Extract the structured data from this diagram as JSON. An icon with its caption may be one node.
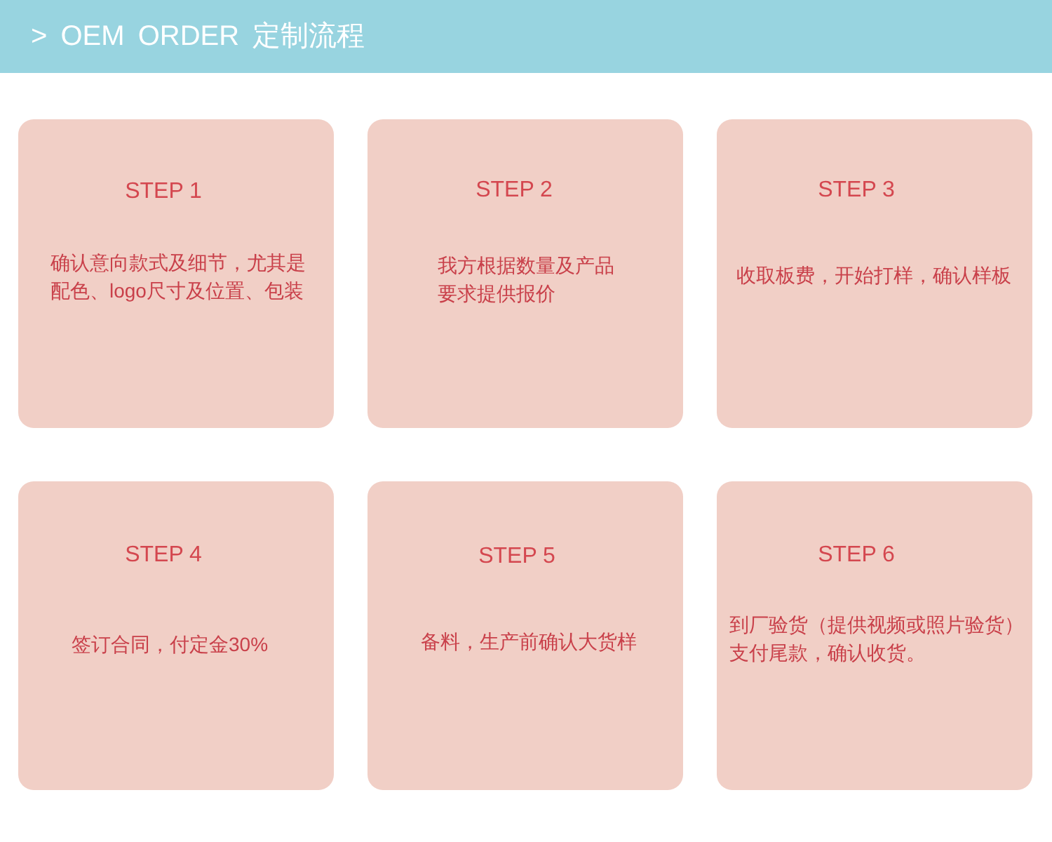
{
  "diagram": {
    "title": "> OEM ORDER 定制流程",
    "nodes": [
      {
        "text": [
          "STEP 1",
          "确认意向款式及细节，尤其是配色、logo尺寸及位置、包装"
        ]
      },
      {
        "text": [
          "STEP 2",
          "我方根据数量及产品要求提供报价"
        ]
      },
      {
        "text": [
          "STEP 3",
          "收取板费，开始打样，确认样板"
        ]
      },
      {
        "text": [
          "STEP 4",
          "签订合同，付定金30%"
        ]
      },
      {
        "text": [
          "STEP 5",
          "备料，生产前确认大货样"
        ]
      },
      {
        "text": [
          "STEP 6",
          "到厂验货（提供视频或照片验货）支付尾款，确认收货。"
        ]
      }
    ]
  }
}
